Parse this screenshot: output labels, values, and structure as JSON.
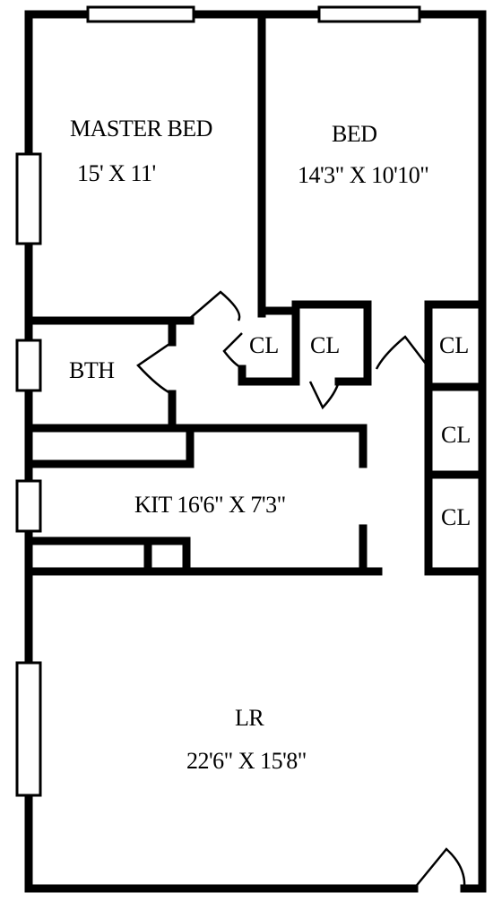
{
  "rooms": {
    "master_bed": {
      "name": "MASTER BED",
      "dims": "15' X 11'"
    },
    "bed": {
      "name": "BED",
      "dims": "14'3\" X 10'10\""
    },
    "bath": {
      "name": "BTH"
    },
    "kitchen": {
      "label": "KIT 16'6\" X 7'3\""
    },
    "living_room": {
      "name": "LR",
      "dims": "22'6\" X 15'8\""
    }
  },
  "closets": [
    "CL",
    "CL",
    "CL",
    "CL",
    "CL"
  ],
  "colors": {
    "wall": "#000000",
    "background": "#ffffff"
  }
}
